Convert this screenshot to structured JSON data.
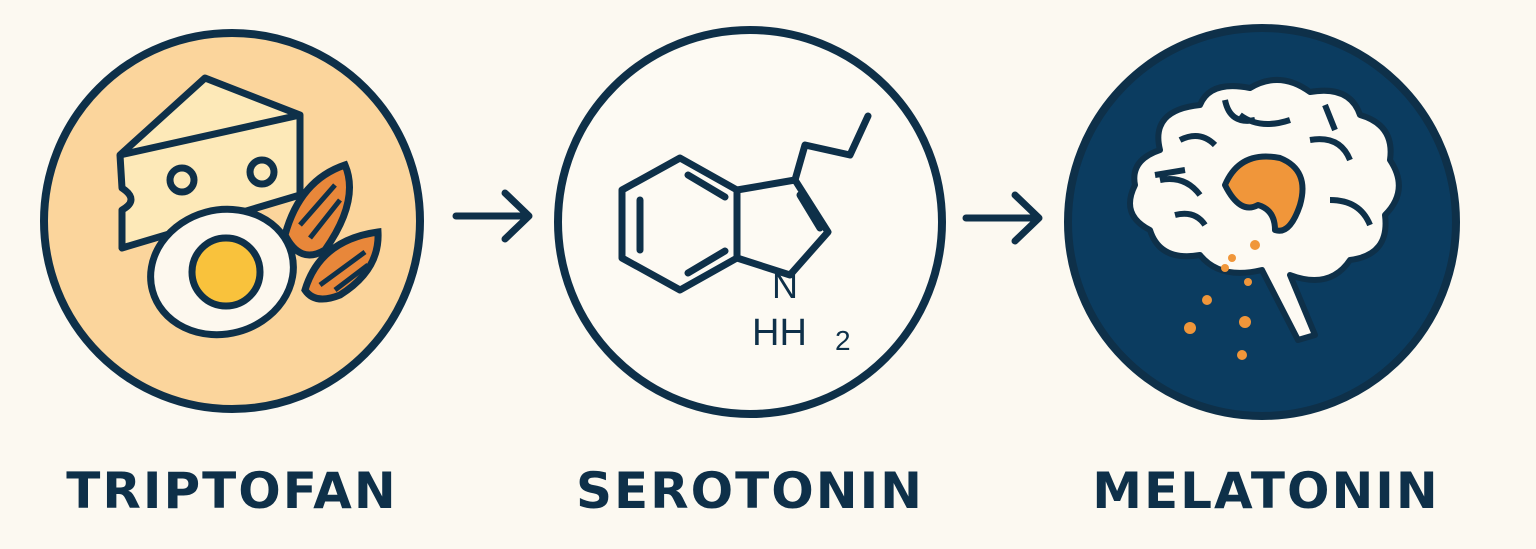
{
  "steps": [
    {
      "label": "TRIPTOFAN",
      "icon": "food-icon"
    },
    {
      "label": "SEROTONIN",
      "icon": "molecule-icon",
      "atoms": [
        "N",
        "HH",
        "2"
      ]
    },
    {
      "label": "MELATONIN",
      "icon": "brain-icon"
    }
  ],
  "colors": {
    "background": "#fcf9f1",
    "ink": "#0e3049",
    "peach": "#fbd59c",
    "navy": "#0b3c60",
    "orange": "#f0963a",
    "yolk": "#f9c23c",
    "almond": "#e8873a"
  }
}
